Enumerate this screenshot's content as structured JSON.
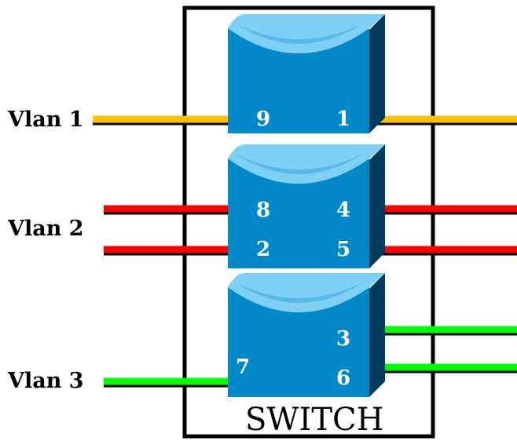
{
  "switch_label": "SWITCH",
  "vlans": [
    {
      "label": "Vlan 1",
      "color": "#ffc000"
    },
    {
      "label": "Vlan 2",
      "color": "#ff0000"
    },
    {
      "label": "Vlan 3",
      "color": "#00ff00"
    }
  ],
  "ports": {
    "top_left": "9",
    "top_right": "1",
    "middle_left_upper": "8",
    "middle_left_lower": "2",
    "middle_right_upper": "4",
    "middle_right_lower": "5",
    "bottom_left": "7",
    "bottom_right_upper": "3",
    "bottom_right_lower": "6"
  },
  "colors": {
    "module_front": "#0088c8",
    "module_side": "#003c5e",
    "module_top": "#7fd0f5",
    "module_top_shadow": "#5ab8e6",
    "frame": "#000000"
  }
}
